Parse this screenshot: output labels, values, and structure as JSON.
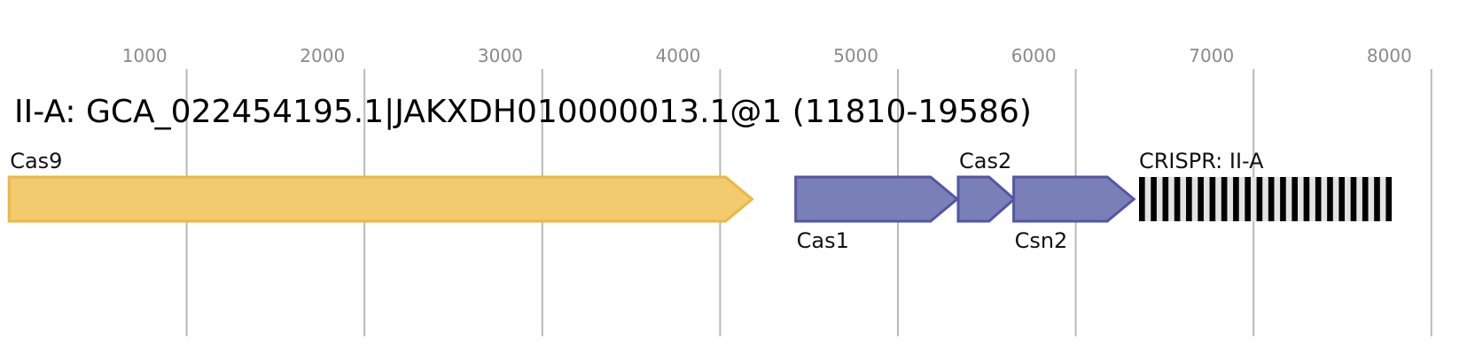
{
  "title": "II-A: GCA_022454195.1|JAKXDH010000013.1@1 (11810-19586)",
  "axis": {
    "ticks": [
      1000,
      2000,
      3000,
      4000,
      5000,
      6000,
      7000,
      8000
    ],
    "tick_labels": [
      "1000",
      "2000",
      "3000",
      "4000",
      "5000",
      "6000",
      "7000",
      "8000"
    ]
  },
  "colors": {
    "cas9_fill": "#f2cb6e",
    "cas9_stroke": "#ebb841",
    "cas_fill": "#7b7fb8",
    "cas_stroke": "#5257a3",
    "crispr_repeat": "#000000",
    "crispr_spacer": "#e3e3e3",
    "grid": "#b9b9b9",
    "tick_label": "#8a8a8a"
  },
  "genes": [
    {
      "label": "Cas9",
      "start": 1,
      "end": 4180,
      "strand": "+",
      "color_key": "cas9",
      "label_position": "above"
    },
    {
      "label": "Cas1",
      "start": 4425,
      "end": 5333,
      "strand": "+",
      "color_key": "cas",
      "label_position": "below"
    },
    {
      "label": "Cas2",
      "start": 5339,
      "end": 5654,
      "strand": "+",
      "color_key": "cas",
      "label_position": "above"
    },
    {
      "label": "Csn2",
      "start": 5651,
      "end": 6327,
      "strand": "+",
      "color_key": "cas",
      "label_position": "below"
    }
  ],
  "crispr": {
    "label": "CRISPR: II-A",
    "start": 6356,
    "end": 7777,
    "repeat_count": 22
  }
}
